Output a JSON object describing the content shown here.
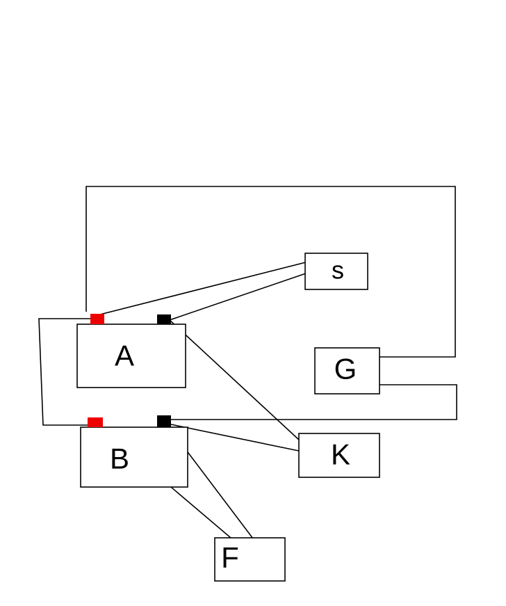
{
  "diagram": {
    "nodes": {
      "s": "s",
      "A": "A",
      "G": "G",
      "B": "B",
      "K": "K",
      "F": "F"
    },
    "terminal_colors": {
      "positive": "#ee0000",
      "negative": "#000000"
    }
  }
}
